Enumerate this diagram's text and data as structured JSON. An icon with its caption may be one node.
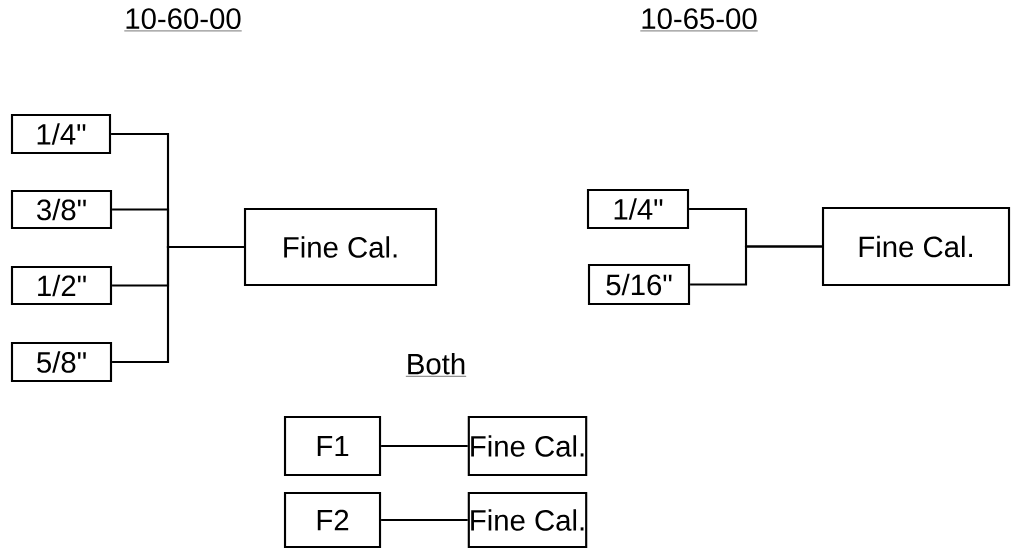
{
  "diagram": {
    "nodes": [
      {
        "text": [
          "1/4\""
        ]
      },
      {
        "text": [
          "3/8\""
        ]
      },
      {
        "text": [
          "1/2\""
        ]
      },
      {
        "text": [
          "5/8\""
        ]
      },
      {
        "text": [
          "Fine Cal."
        ]
      },
      {
        "text": [
          "1/4\""
        ]
      },
      {
        "text": [
          "5/16\""
        ]
      },
      {
        "text": [
          "Fine Cal."
        ]
      },
      {
        "text": [
          "F1"
        ]
      },
      {
        "text": [
          "Fine Cal."
        ]
      },
      {
        "text": [
          "F2"
        ]
      },
      {
        "text": [
          "Fine Cal."
        ]
      }
    ],
    "edges": [
      {
        "from": 0,
        "to": 4,
        "arrow": "none"
      },
      {
        "from": 1,
        "to": 4,
        "arrow": "none"
      },
      {
        "from": 2,
        "to": 4,
        "arrow": "none"
      },
      {
        "from": 3,
        "to": 4,
        "arrow": "none"
      },
      {
        "from": 5,
        "to": 7,
        "arrow": "none"
      },
      {
        "from": 6,
        "to": 7,
        "arrow": "none"
      },
      {
        "from": 8,
        "to": 9,
        "arrow": "none"
      },
      {
        "from": 10,
        "to": 11,
        "arrow": "none"
      }
    ],
    "labels": [
      "10-60-00",
      "10-65-00",
      "Both"
    ]
  }
}
